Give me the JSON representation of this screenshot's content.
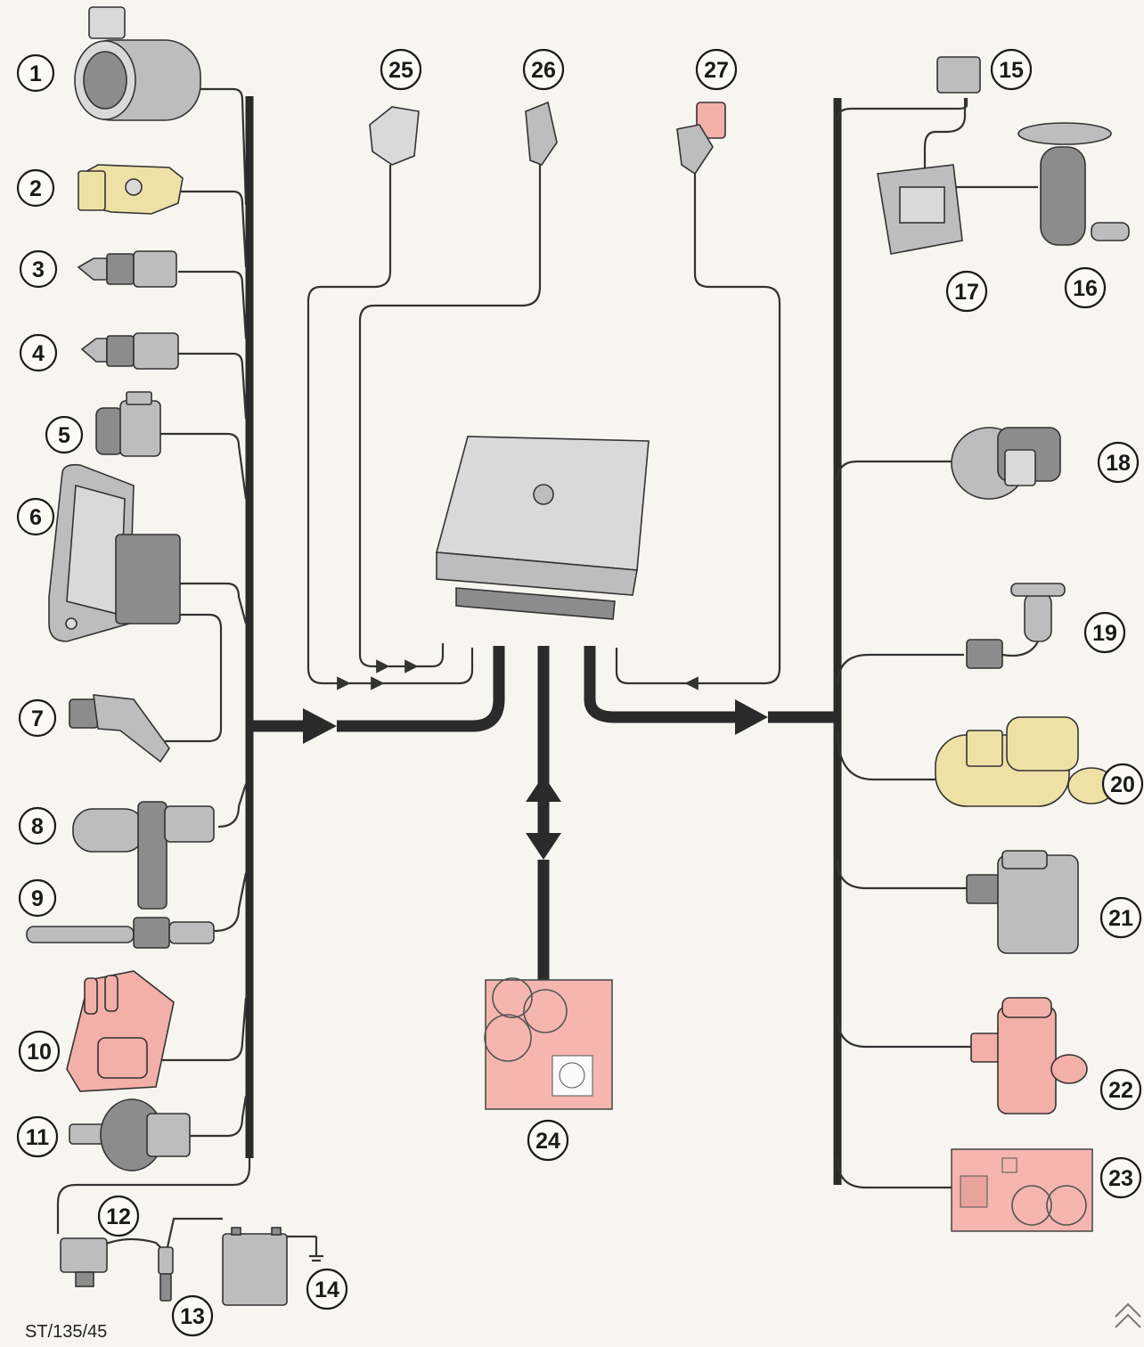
{
  "reference_code": "ST/135/45",
  "callouts": [
    "1",
    "2",
    "3",
    "4",
    "5",
    "6",
    "7",
    "8",
    "9",
    "10",
    "11",
    "12",
    "13",
    "14",
    "15",
    "16",
    "17",
    "18",
    "19",
    "20",
    "21",
    "22",
    "23",
    "24",
    "25",
    "26",
    "27"
  ],
  "colors": {
    "bus": "#2a2a2a",
    "highlight_pink": "#f2b0a8",
    "highlight_yellow": "#eee1a6",
    "component_grey": "#bdbdbd",
    "background": "#f7f5ef"
  }
}
